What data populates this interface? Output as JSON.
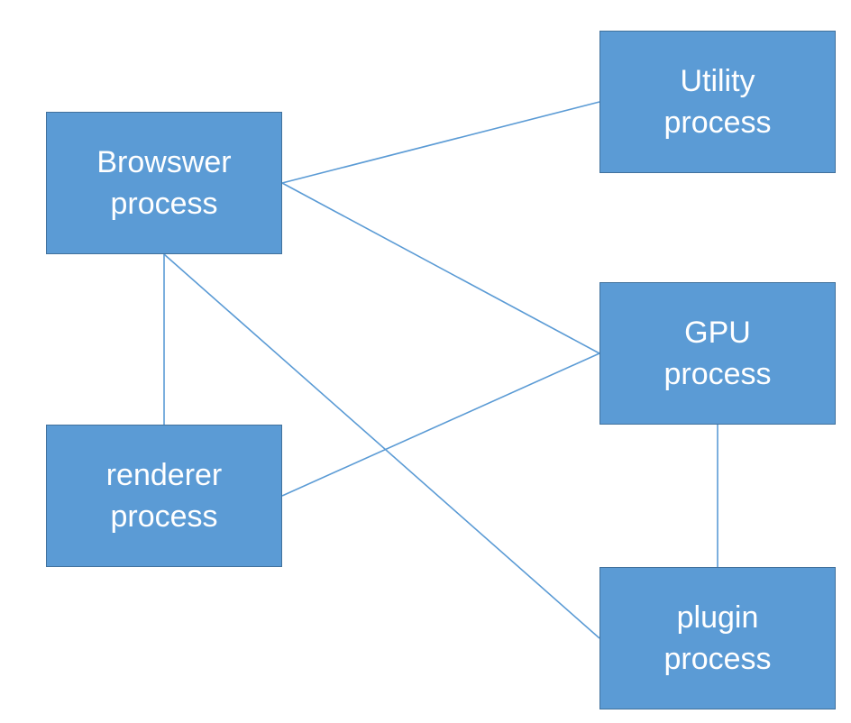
{
  "diagram": {
    "nodes": [
      {
        "id": "browser",
        "line1": "Browswer",
        "line2": "process"
      },
      {
        "id": "renderer",
        "line1": "renderer",
        "line2": "process"
      },
      {
        "id": "utility",
        "line1": "Utility",
        "line2": "process"
      },
      {
        "id": "gpu",
        "line1": "GPU",
        "line2": "process"
      },
      {
        "id": "plugin",
        "line1": "plugin",
        "line2": "process"
      }
    ],
    "edges": [
      {
        "from": "browser",
        "to": "utility"
      },
      {
        "from": "browser",
        "to": "gpu"
      },
      {
        "from": "browser",
        "to": "renderer"
      },
      {
        "from": "browser",
        "to": "plugin"
      },
      {
        "from": "renderer",
        "to": "gpu"
      },
      {
        "from": "gpu",
        "to": "plugin"
      }
    ],
    "colors": {
      "node_fill": "#5b9bd5",
      "node_border": "#41719c",
      "node_text": "#ffffff",
      "edge": "#5b9bd5"
    }
  }
}
